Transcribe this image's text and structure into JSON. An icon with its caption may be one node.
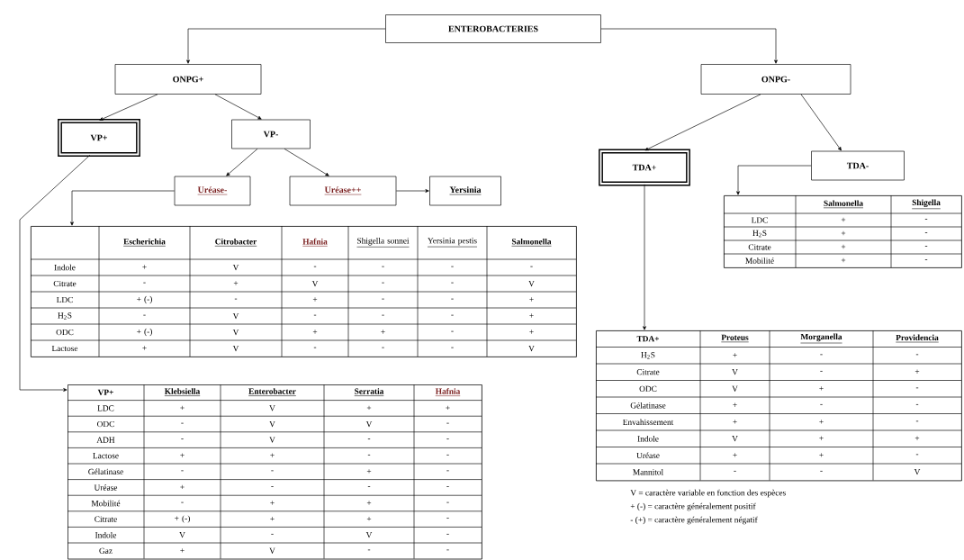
{
  "diagram": {
    "nodes": [
      {
        "text": [
          "ENTEROBACTERIES"
        ]
      },
      {
        "text": [
          "ONPG+"
        ]
      },
      {
        "text": [
          "ONPG-"
        ]
      },
      {
        "text": [
          "VP+"
        ]
      },
      {
        "text": [
          "VP-"
        ]
      },
      {
        "text": [
          "Uréase-"
        ]
      },
      {
        "text": [
          "Uréase++"
        ]
      },
      {
        "text": [
          "Yersinia"
        ]
      },
      {
        "text": [
          "Escherichia",
          "Citrobacter",
          "Hafnia",
          "Shigella sonnei",
          "Yersinia pestis",
          "Salmonella",
          "Indole",
          "+",
          "V",
          "-",
          "-",
          "-",
          "-",
          "Citrate",
          "-",
          "+",
          "V",
          "-",
          "-",
          "V",
          "LDC",
          "+ (-)",
          "-",
          "+",
          "-",
          "-",
          "+",
          "H$_{2}$S",
          "-",
          "V",
          "-",
          "-",
          "-",
          "+",
          "ODC",
          "+ (-)",
          "V",
          "+",
          "+",
          "-",
          "+",
          "Lactose",
          "+",
          "V",
          "-",
          "-",
          "-",
          "V"
        ]
      },
      {
        "text": [
          "VP+",
          "Klebsiella",
          "Enterobacter",
          "Serratia",
          "Hafnia",
          "LDC",
          "+",
          "V",
          "+",
          "+",
          "ODC",
          "-",
          "V",
          "V",
          "-",
          "ADH",
          "-",
          "V",
          "-",
          "-",
          "Lactose",
          "+",
          "+",
          "-",
          "-",
          "Gélatinase",
          "-",
          "-",
          "+",
          "-",
          "Uréase",
          "+",
          "-",
          "-",
          "-",
          "Mobilité",
          "-",
          "+",
          "+",
          "-",
          "Citrate",
          "+ (-)",
          "+",
          "+",
          "-",
          "Indole",
          "V",
          "-",
          "V",
          "-",
          "Gaz",
          "+",
          "V",
          "-",
          "-"
        ]
      },
      {
        "text": [
          "TDA+"
        ]
      },
      {
        "text": [
          "TDA-"
        ]
      },
      {
        "text": [
          "Salmonella",
          "Shigella",
          "LDC",
          "+",
          "-",
          "H$_{2}$S",
          "+",
          "-",
          "Citrate",
          "+",
          "-",
          "Mobilité",
          "+",
          "-"
        ]
      },
      {
        "text": [
          "TDA+",
          "Proteus",
          "Morganella",
          "Providencia",
          "H$_{2}$S",
          "+",
          "-",
          "-",
          "Citrate",
          "V",
          "-",
          "+",
          "ODC",
          "V",
          "+",
          "-",
          "Gélatinase",
          "+",
          "-",
          "-",
          "Envahissement",
          "+",
          "+",
          "-",
          "Indole",
          "V",
          "+",
          "+",
          "Uréase",
          "+",
          "+",
          "-",
          "Mannitol",
          "-",
          "-",
          "V"
        ]
      }
    ],
    "edges": [
      {
        "from": 0,
        "to": 1,
        "arrow": "to"
      },
      {
        "from": 0,
        "to": 2,
        "arrow": "to"
      },
      {
        "from": 1,
        "to": 3,
        "arrow": "to"
      },
      {
        "from": 1,
        "to": 4,
        "arrow": "to"
      },
      {
        "from": 4,
        "to": 5,
        "arrow": "to"
      },
      {
        "from": 4,
        "to": 6,
        "arrow": "to"
      },
      {
        "from": 6,
        "to": 7,
        "arrow": "to"
      },
      {
        "from": 5,
        "to": 8,
        "arrow": "to"
      },
      {
        "from": 3,
        "to": 9,
        "arrow": "to"
      },
      {
        "from": 2,
        "to": 10,
        "arrow": "to"
      },
      {
        "from": 2,
        "to": 11,
        "arrow": "to"
      },
      {
        "from": 11,
        "to": 12,
        "arrow": "to"
      },
      {
        "from": 10,
        "to": 13,
        "arrow": "to"
      }
    ],
    "labels": [
      "V = caractère variable en fonction des espèces",
      "+ (-) = caractère généralement positif",
      "- (+) = caractère généralement négatif"
    ]
  }
}
